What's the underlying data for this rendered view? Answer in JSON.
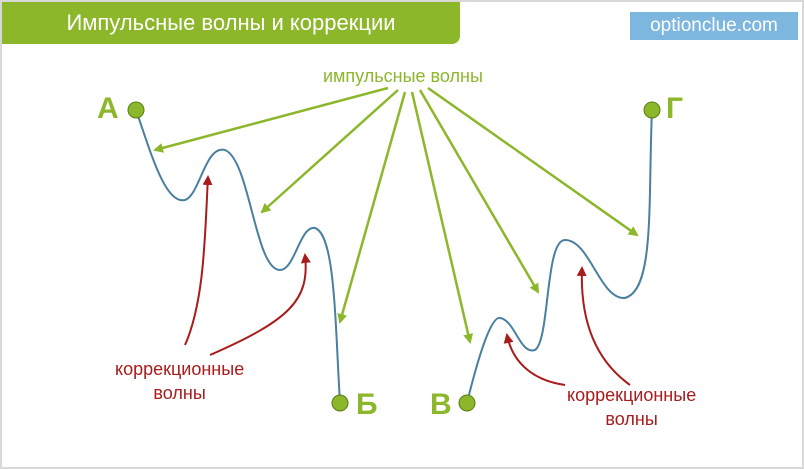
{
  "header": {
    "title": "Импульсные волны и коррекции",
    "brand": "optionclue.com"
  },
  "labels": {
    "impulse": "импульсные волны",
    "correction_left": "коррекционные\nволны",
    "correction_right": "коррекционные\nволны"
  },
  "points": {
    "a": "А",
    "b": "Б",
    "v": "В",
    "g": "Г"
  },
  "colors": {
    "green": "#8cb72a",
    "wave": "#4a7fa0",
    "red": "#a81c1c",
    "brand": "#7db7e0"
  }
}
